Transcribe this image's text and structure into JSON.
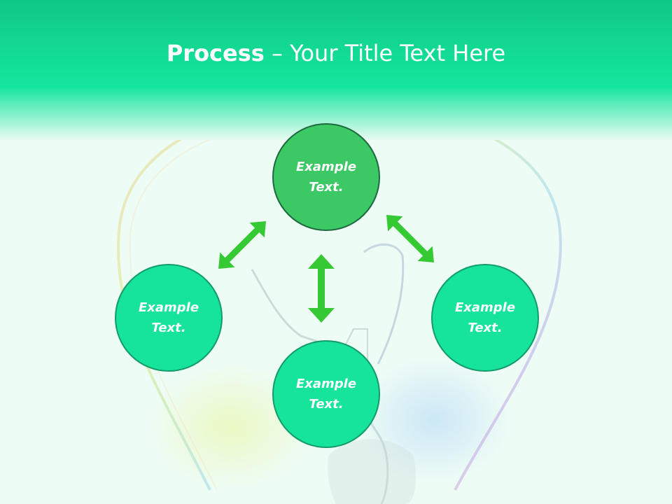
{
  "slide": {
    "title_bold": "Process",
    "title_separator": " – ",
    "title_rest": "Your Title Text Here"
  },
  "nodes": {
    "top": {
      "line1": "Example",
      "line2": "Text."
    },
    "left": {
      "line1": "Example",
      "line2": "Text."
    },
    "right": {
      "line1": "Example",
      "line2": "Text."
    },
    "bottom": {
      "line1": "Example",
      "line2": "Text."
    }
  },
  "colors": {
    "header": "#13de97",
    "top_node": "#3bc865",
    "other_nodes": "#16e49a",
    "arrows": "#35c934"
  }
}
